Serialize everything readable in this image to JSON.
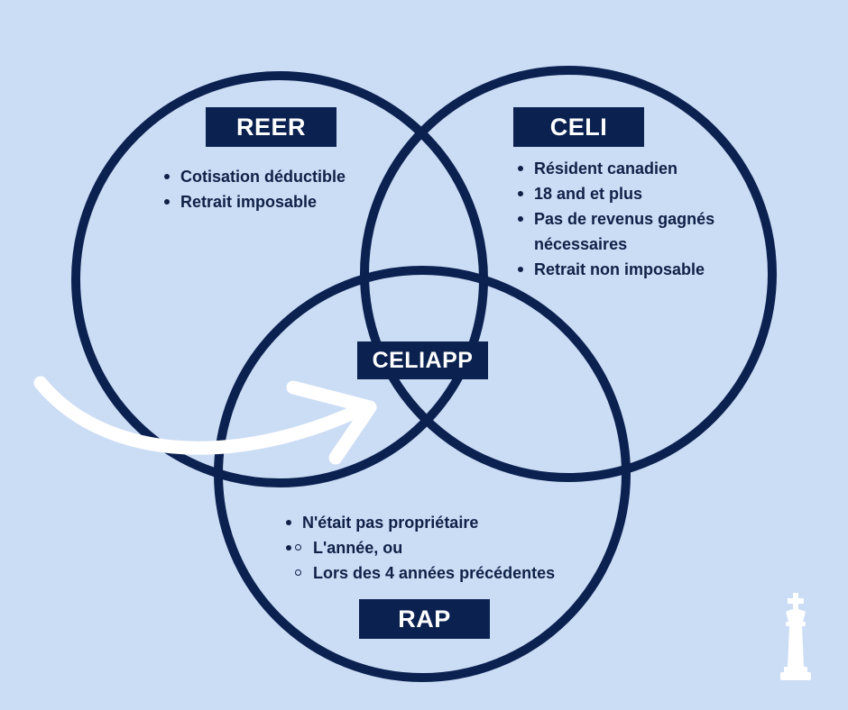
{
  "colors": {
    "background": "#cbdcf5",
    "circle_stroke": "#0b2150",
    "label_bg": "#0b2150",
    "label_text": "#ffffff",
    "text": "#0f2147",
    "arrow": "#ffffff"
  },
  "reer": {
    "title": "REER",
    "items": [
      "Cotisation déductible",
      "Retrait imposable"
    ]
  },
  "celi": {
    "title": "CELI",
    "items": [
      "Résident canadien",
      "18 and et plus",
      "Pas de revenus gagnés nécessaires",
      "Retrait non imposable"
    ]
  },
  "center": {
    "title": "CELIAPP"
  },
  "rap": {
    "title": "RAP",
    "item": "N'était pas propriétaire",
    "subitems": [
      "L'année, ou",
      "Lors des 4 années précédentes"
    ]
  },
  "icons": {
    "arrow": "curved-arrow-icon",
    "chess": "chess-king-icon"
  }
}
